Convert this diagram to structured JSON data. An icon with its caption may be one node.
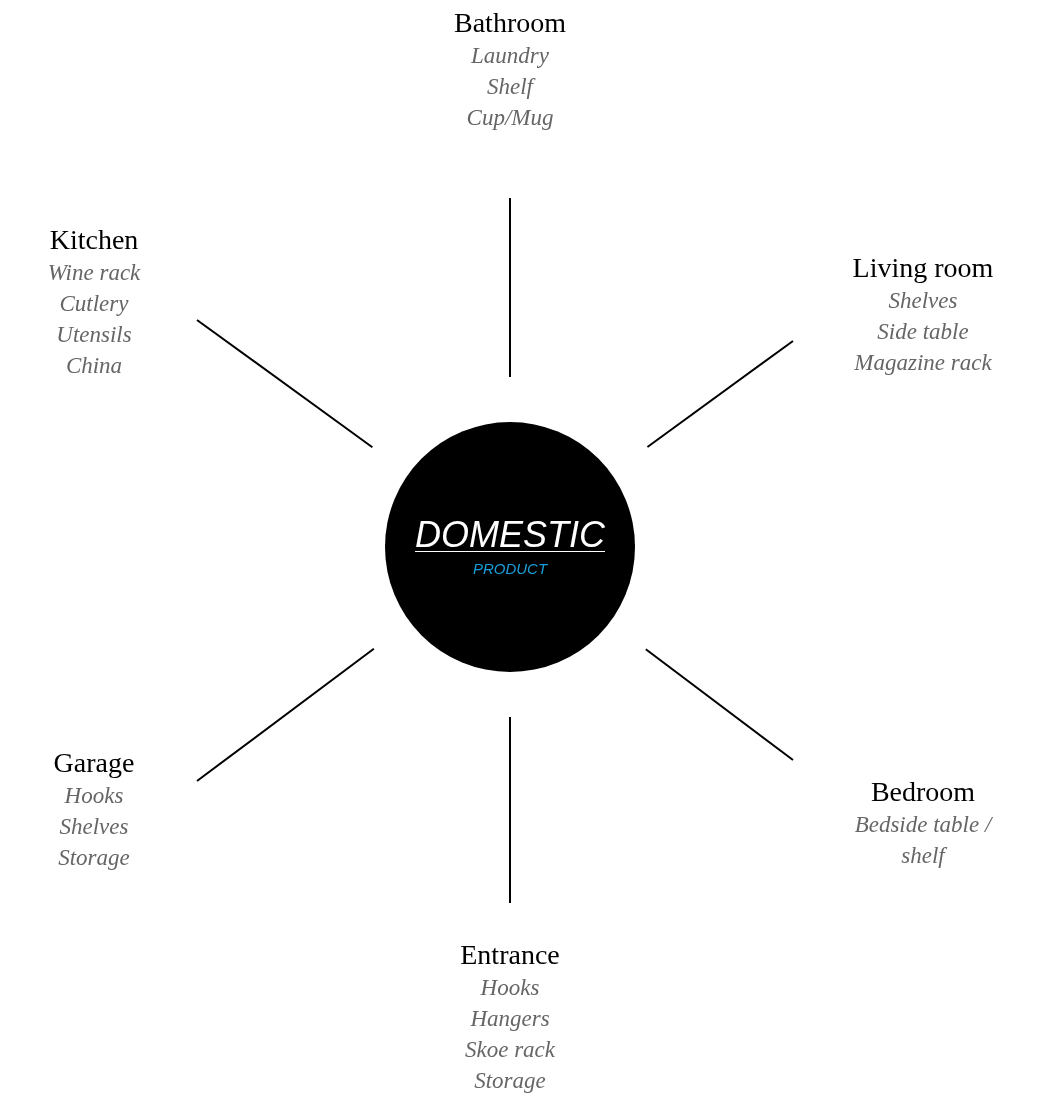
{
  "diagram": {
    "nodes": [
      {
        "text": [
          "Bathroom",
          "Laundry",
          "Shelf",
          "Cup/Mug"
        ]
      },
      {
        "text": [
          "Kitchen",
          "Wine rack",
          "Cutlery",
          "Utensils",
          "China"
        ]
      },
      {
        "text": [
          "Living room",
          "Shelves",
          "Side table",
          "Magazine rack"
        ]
      },
      {
        "text": [
          "DOMESTIC",
          "PRODUCT"
        ]
      },
      {
        "text": [
          "Garage",
          "Hooks",
          "Shelves",
          "Storage"
        ]
      },
      {
        "text": [
          "Bedroom",
          "Bedside table / shelf"
        ]
      },
      {
        "text": [
          "Entrance",
          "Hooks",
          "Hangers",
          "Skoe rack",
          "Storage"
        ]
      }
    ],
    "edges": [
      {
        "from": 3,
        "to": 0,
        "arrow": "none"
      },
      {
        "from": 3,
        "to": 1,
        "arrow": "none"
      },
      {
        "from": 3,
        "to": 2,
        "arrow": "none"
      },
      {
        "from": 3,
        "to": 4,
        "arrow": "none"
      },
      {
        "from": 3,
        "to": 5,
        "arrow": "none"
      },
      {
        "from": 3,
        "to": 6,
        "arrow": "none"
      }
    ]
  }
}
